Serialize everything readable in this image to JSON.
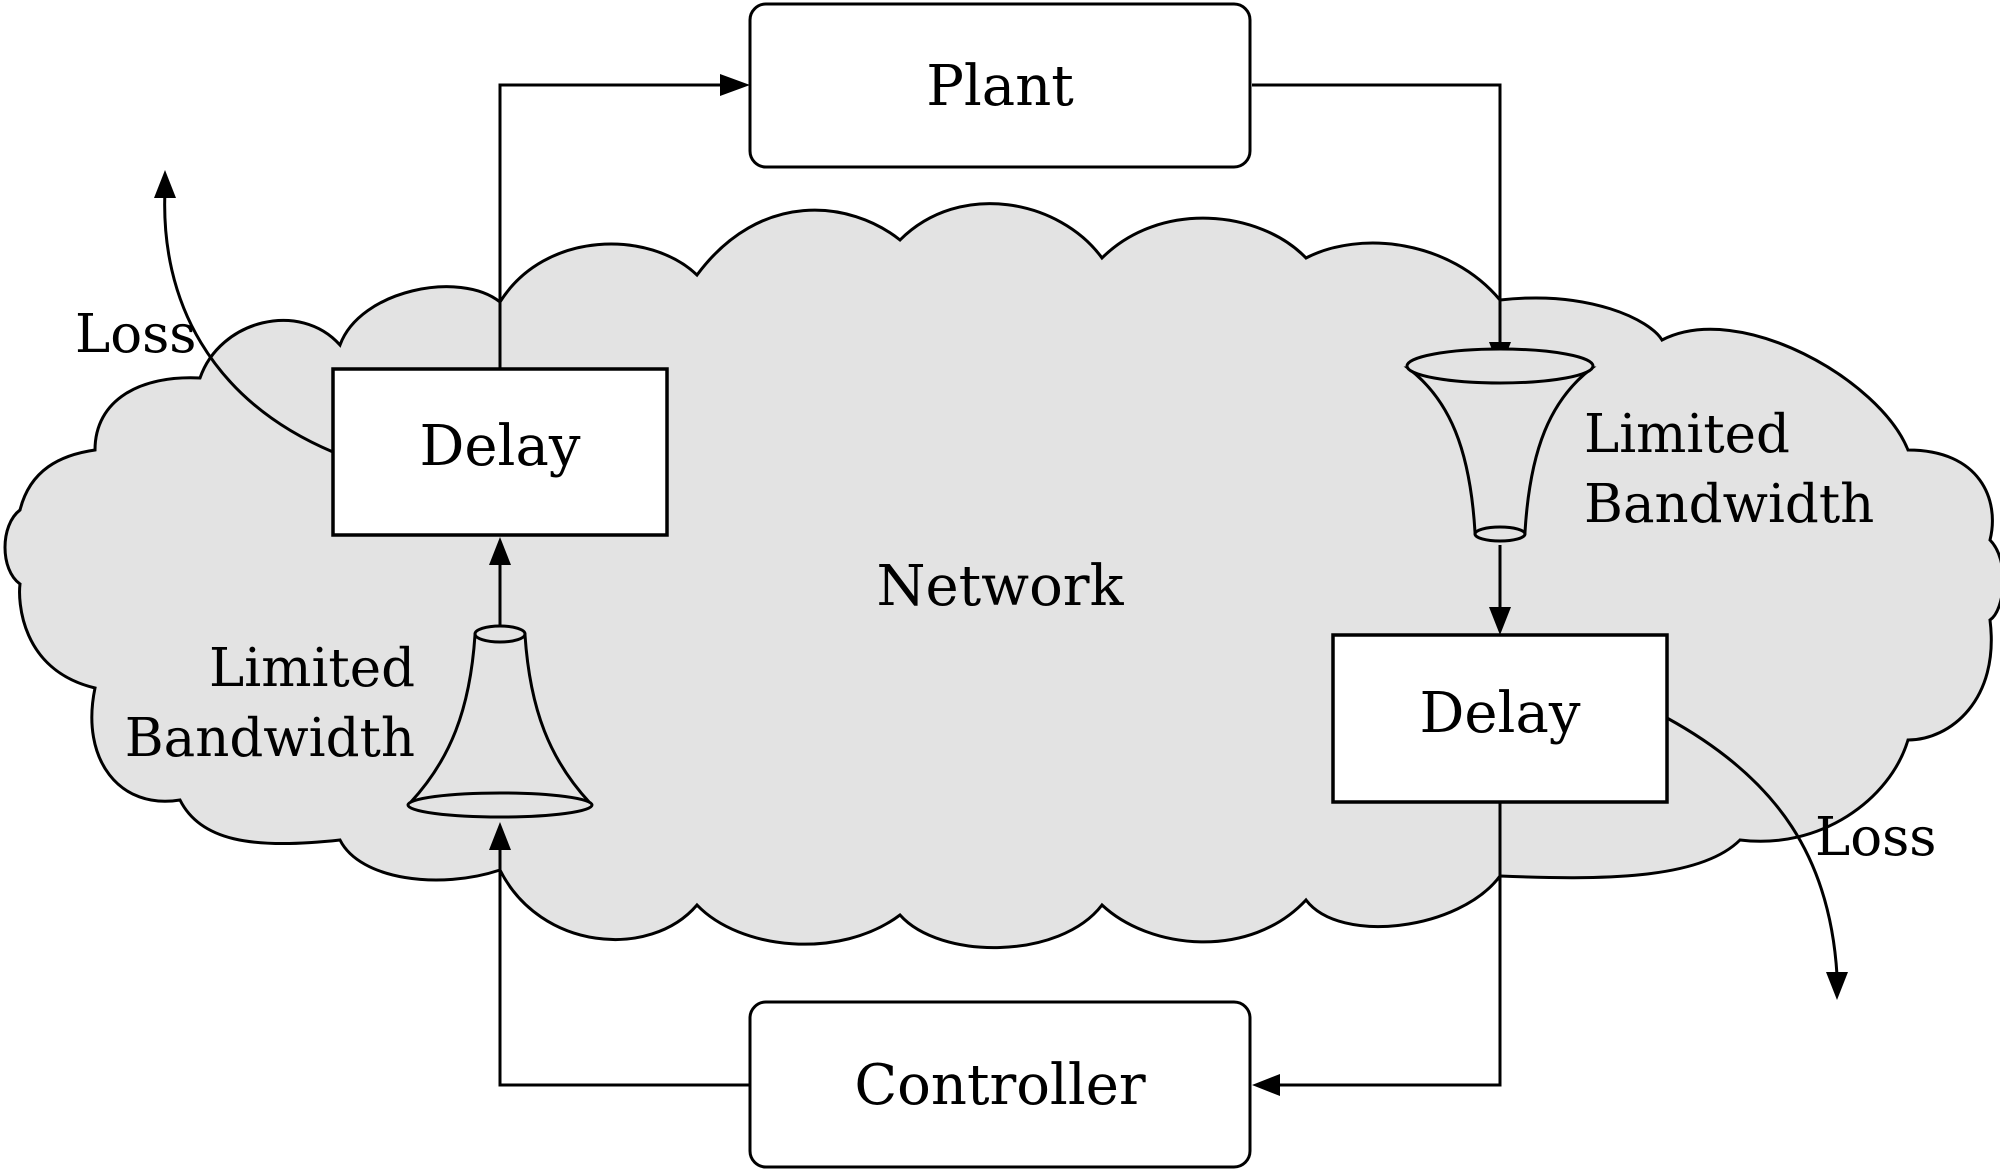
{
  "labels": {
    "plant": "Plant",
    "controller": "Controller",
    "network": "Network",
    "delay_left": "Delay",
    "delay_right": "Delay",
    "loss_left": "Loss",
    "loss_right": "Loss",
    "bandwidth_left_line1": "Limited",
    "bandwidth_left_line2": "Bandwidth",
    "bandwidth_right_line1": "Limited",
    "bandwidth_right_line2": "Bandwidth"
  },
  "colors": {
    "cloud_fill": "#e3e3e3",
    "stroke": "#000000",
    "box_fill": "#ffffff"
  }
}
